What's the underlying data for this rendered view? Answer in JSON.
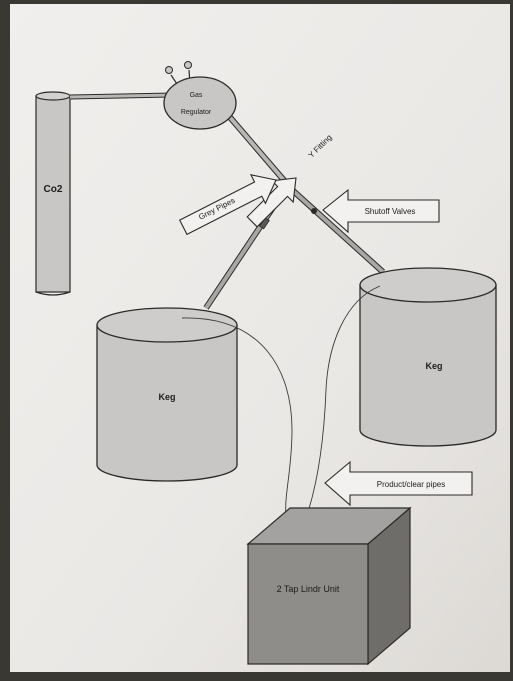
{
  "diagram": {
    "labels": {
      "co2": "Co2",
      "regulator_line1": "Gas",
      "regulator_line2": "Regulator",
      "y_fitting": "Y Fitting",
      "grey_pipes": "Grey Pipes",
      "shutoff_valves": "Shutoff Valves",
      "keg_left": "Keg",
      "keg_right": "Keg",
      "product_pipes": "Product/clear pipes",
      "unit": "2 Tap Lindr Unit"
    },
    "colors": {
      "paper": "#ebe9e6",
      "paper_shadow": "#d9d6d2",
      "object_fill": "#c9c7c5",
      "object_dark": "#8f8d8a",
      "object_darker": "#6f6d6a",
      "stroke": "#2a2a2a",
      "arrow_fill": "#f2f1ef"
    }
  }
}
